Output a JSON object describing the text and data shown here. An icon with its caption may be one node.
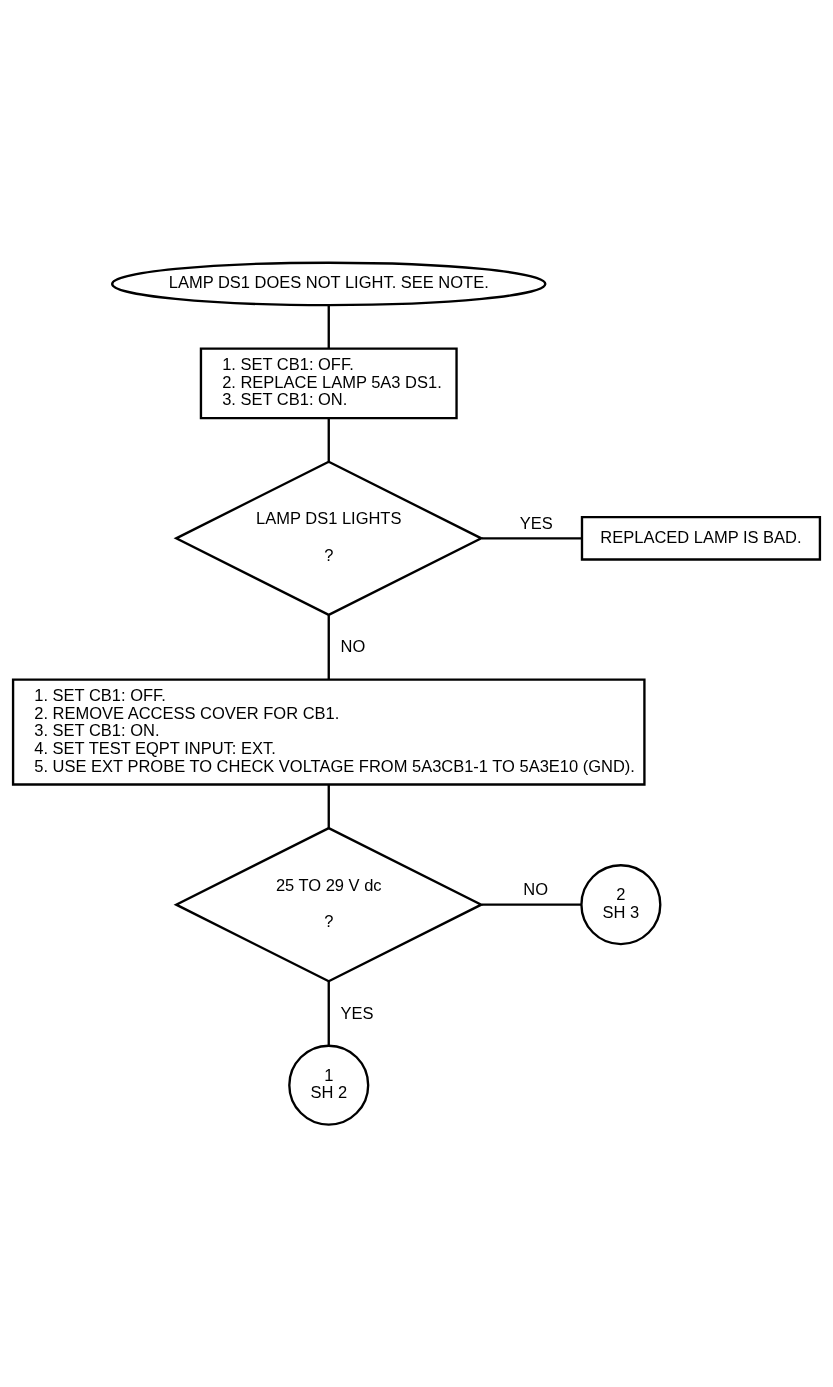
{
  "diagram": {
    "nodes": [
      {
        "text": [
          "LAMP DS1 DOES NOT LIGHT. SEE NOTE."
        ]
      },
      {
        "text": [
          "1. SET CB1: OFF.",
          "2. REPLACE LAMP 5A3 DS1.",
          "3. SET CB1: ON."
        ]
      },
      {
        "text": [
          "LAMP DS1 LIGHTS",
          "?"
        ]
      },
      {
        "text": [
          "REPLACED LAMP IS BAD."
        ]
      },
      {
        "text": [
          "1. SET CB1: OFF.",
          "2. REMOVE ACCESS COVER FOR CB1.",
          "3. SET CB1: ON.",
          "4. SET TEST EQPT INPUT: EXT.",
          "5. USE EXT PROBE TO CHECK VOLTAGE FROM 5A3CB1-1 TO 5A3E10 (GND)."
        ]
      },
      {
        "text": [
          "25 TO 29 V dc",
          "?"
        ]
      },
      {
        "text": [
          "2",
          "SH 3"
        ]
      },
      {
        "text": [
          "1",
          "SH 2"
        ]
      }
    ],
    "edges": [
      {
        "from": 0,
        "to": 1,
        "arrow": "none"
      },
      {
        "from": 1,
        "to": 2,
        "arrow": "none"
      },
      {
        "from": 2,
        "to": 3,
        "arrow": "none",
        "label": "YES"
      },
      {
        "from": 2,
        "to": 4,
        "arrow": "none",
        "label": "NO"
      },
      {
        "from": 4,
        "to": 5,
        "arrow": "none"
      },
      {
        "from": 5,
        "to": 6,
        "arrow": "none",
        "label": "NO"
      },
      {
        "from": 5,
        "to": 7,
        "arrow": "none",
        "label": "YES"
      }
    ]
  }
}
